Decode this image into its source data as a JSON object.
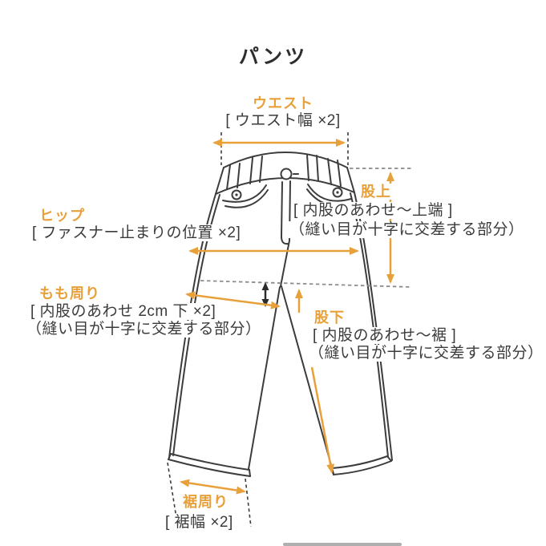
{
  "title": "パンツ",
  "colors": {
    "accent": "#E8A03A",
    "line": "#3C3C3C",
    "text": "#3B3B3B",
    "dash_gray": "#8C8C8C"
  },
  "measurements": {
    "waist": {
      "label": "ウエスト",
      "note1": "[ ウエスト幅 ×2]"
    },
    "hip": {
      "label": "ヒップ",
      "note1": "[ ファスナー止まりの位置 ×2]"
    },
    "thigh": {
      "label": "もも周り",
      "note1": "[ 内股のあわせ 2cm 下 ×2]",
      "note2": "（縫い目が十字に交差する部分）"
    },
    "rise": {
      "label": "股上",
      "note1": "[ 内股のあわせ〜上端 ]",
      "note2": "（縫い目が十字に交差する部分）"
    },
    "inseam": {
      "label": "股下",
      "note1": "[ 内股のあわせ〜裾 ]",
      "note2": "（縫い目が十字に交差する部分）"
    },
    "hem": {
      "label": "裾周り",
      "note1": "[ 裾幅 ×2]"
    }
  }
}
